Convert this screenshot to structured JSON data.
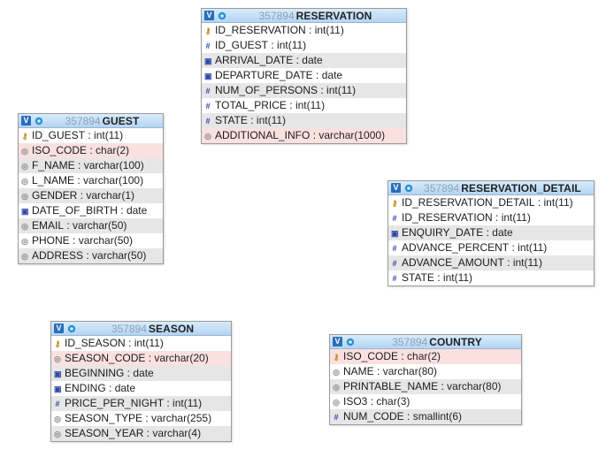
{
  "tables": [
    {
      "key": "reservation",
      "id": "357894",
      "name": "RESERVATION",
      "columns": [
        {
          "name": "ID_RESERVATION",
          "type": "int(11)",
          "icon": "key-icon",
          "kind": "pk"
        },
        {
          "name": "ID_GUEST",
          "type": "int(11)",
          "icon": "numeric-icon",
          "kind": "normal"
        },
        {
          "name": "ARRIVAL_DATE",
          "type": "date",
          "icon": "date-icon",
          "kind": "normal"
        },
        {
          "name": "DEPARTURE_DATE",
          "type": "date",
          "icon": "date-icon",
          "kind": "normal"
        },
        {
          "name": "NUM_OF_PERSONS",
          "type": "int(11)",
          "icon": "numeric-icon",
          "kind": "normal"
        },
        {
          "name": "TOTAL_PRICE",
          "type": "int(11)",
          "icon": "numeric-icon",
          "kind": "normal"
        },
        {
          "name": "STATE",
          "type": "int(11)",
          "icon": "numeric-icon",
          "kind": "normal"
        },
        {
          "name": "ADDITIONAL_INFO",
          "type": "varchar(1000)",
          "icon": "text-icon",
          "kind": "fk"
        }
      ]
    },
    {
      "key": "guest",
      "id": "357894",
      "name": "GUEST",
      "columns": [
        {
          "name": "ID_GUEST",
          "type": "int(11)",
          "icon": "key-icon",
          "kind": "pk"
        },
        {
          "name": "ISO_CODE",
          "type": "char(2)",
          "icon": "text-icon",
          "kind": "fk"
        },
        {
          "name": "F_NAME",
          "type": "varchar(100)",
          "icon": "text-icon",
          "kind": "normal"
        },
        {
          "name": "L_NAME",
          "type": "varchar(100)",
          "icon": "text-icon",
          "kind": "normal"
        },
        {
          "name": "GENDER",
          "type": "varchar(1)",
          "icon": "text-icon",
          "kind": "normal"
        },
        {
          "name": "DATE_OF_BIRTH",
          "type": "date",
          "icon": "date-icon",
          "kind": "normal"
        },
        {
          "name": "EMAIL",
          "type": "varchar(50)",
          "icon": "text-icon",
          "kind": "normal"
        },
        {
          "name": "PHONE",
          "type": "varchar(50)",
          "icon": "text-icon",
          "kind": "normal"
        },
        {
          "name": "ADDRESS",
          "type": "varchar(50)",
          "icon": "text-icon",
          "kind": "normal"
        }
      ]
    },
    {
      "key": "reservation_detail",
      "id": "357894",
      "name": "RESERVATION_DETAIL",
      "columns": [
        {
          "name": "ID_RESERVATION_DETAIL",
          "type": "int(11)",
          "icon": "key-icon",
          "kind": "pk"
        },
        {
          "name": "ID_RESERVATION",
          "type": "int(11)",
          "icon": "numeric-icon",
          "kind": "normal"
        },
        {
          "name": "ENQUIRY_DATE",
          "type": "date",
          "icon": "date-icon",
          "kind": "normal"
        },
        {
          "name": "ADVANCE_PERCENT",
          "type": "int(11)",
          "icon": "numeric-icon",
          "kind": "normal"
        },
        {
          "name": "ADVANCE_AMOUNT",
          "type": "int(11)",
          "icon": "numeric-icon",
          "kind": "normal"
        },
        {
          "name": "STATE",
          "type": "int(11)",
          "icon": "numeric-icon",
          "kind": "normal"
        }
      ]
    },
    {
      "key": "season",
      "id": "357894",
      "name": "SEASON",
      "columns": [
        {
          "name": "ID_SEASON",
          "type": "int(11)",
          "icon": "key-icon",
          "kind": "pk"
        },
        {
          "name": "SEASON_CODE",
          "type": "varchar(20)",
          "icon": "text-icon",
          "kind": "fk"
        },
        {
          "name": "BEGINNING",
          "type": "date",
          "icon": "date-icon",
          "kind": "normal"
        },
        {
          "name": "ENDING",
          "type": "date",
          "icon": "date-icon",
          "kind": "normal"
        },
        {
          "name": "PRICE_PER_NIGHT",
          "type": "int(11)",
          "icon": "numeric-icon",
          "kind": "normal"
        },
        {
          "name": "SEASON_TYPE",
          "type": "varchar(255)",
          "icon": "text-icon",
          "kind": "normal"
        },
        {
          "name": "SEASON_YEAR",
          "type": "varchar(4)",
          "icon": "text-icon",
          "kind": "normal"
        }
      ]
    },
    {
      "key": "country",
      "id": "357894",
      "name": "COUNTRY",
      "columns": [
        {
          "name": "ISO_CODE",
          "type": "char(2)",
          "icon": "key-icon",
          "kind": "fk"
        },
        {
          "name": "NAME",
          "type": "varchar(80)",
          "icon": "text-icon",
          "kind": "normal"
        },
        {
          "name": "PRINTABLE_NAME",
          "type": "varchar(80)",
          "icon": "text-icon",
          "kind": "normal"
        },
        {
          "name": "ISO3",
          "type": "char(3)",
          "icon": "text-icon",
          "kind": "normal"
        },
        {
          "name": "NUM_CODE",
          "type": "smallint(6)",
          "icon": "numeric-icon",
          "kind": "normal"
        }
      ]
    }
  ]
}
